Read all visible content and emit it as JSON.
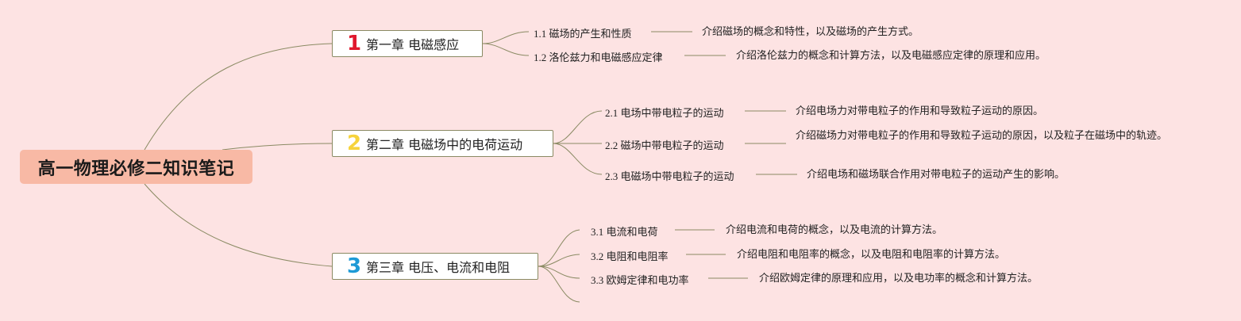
{
  "title": "高一物理必修二知识笔记",
  "chapters": [
    {
      "number": "1",
      "label": "第一章 电磁感应",
      "topics": [
        {
          "label": "1.1 磁场的产生和性质",
          "description": "介绍磁场的概念和特性，以及磁场的产生方式。"
        },
        {
          "label": "1.2 洛伦兹力和电磁感应定律",
          "description": "介绍洛伦兹力的概念和计算方法，以及电磁感应定律的原理和应用。"
        }
      ]
    },
    {
      "number": "2",
      "label": "第二章 电磁场中的电荷运动",
      "topics": [
        {
          "label": "2.1 电场中带电粒子的运动",
          "description": "介绍电场力对带电粒子的作用和导致粒子运动的原因。"
        },
        {
          "label": "2.2 磁场中带电粒子的运动",
          "description": "介绍磁场力对带电粒子的作用和导致粒子运动的原因，以及粒子在磁场中的轨迹。"
        },
        {
          "label": "2.3 电磁场中带电粒子的运动",
          "description": "介绍电场和磁场联合作用对带电粒子的运动产生的影响。"
        }
      ]
    },
    {
      "number": "3",
      "label": "第三章 电压、电流和电阻",
      "topics": [
        {
          "label": "3.1 电流和电荷",
          "description": "介绍电流和电荷的概念，以及电流的计算方法。"
        },
        {
          "label": "3.2 电阻和电阻率",
          "description": "介绍电阻和电阻率的概念，以及电阻和电阻率的计算方法。"
        },
        {
          "label": "3.3 欧姆定律和电功率",
          "description": "介绍欧姆定律的原理和应用，以及电功率的概念和计算方法。"
        }
      ]
    }
  ],
  "colors": {
    "background": "#fde3e3",
    "root": "#f8b9a5",
    "connector": "#8a8a63",
    "chapter1": "#e0182d",
    "chapter2": "#f6d33b",
    "chapter3": "#1e9ad6"
  }
}
